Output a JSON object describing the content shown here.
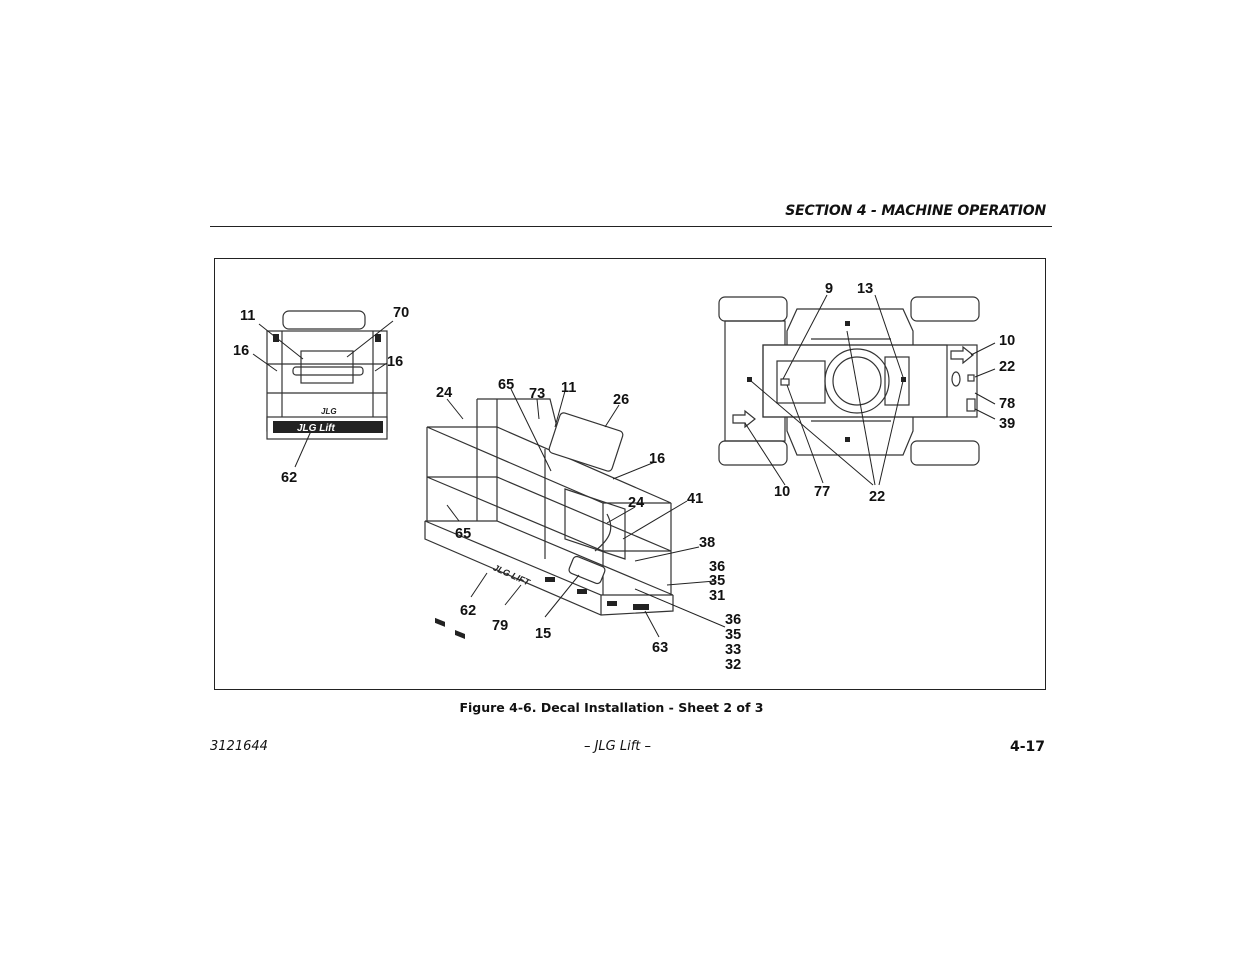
{
  "header": {
    "section_title": "SECTION 4 - MACHINE OPERATION"
  },
  "figure": {
    "caption": "Figure 4-6. Decal Installation - Sheet 2 of 3",
    "front_view_callouts": [
      "11",
      "70",
      "16",
      "16",
      "62"
    ],
    "front_view_brand": "JLG Lift",
    "platform_callouts": [
      "24",
      "65",
      "73",
      "11",
      "26",
      "16",
      "24",
      "41",
      "38",
      "36",
      "35",
      "31",
      "65",
      "62",
      "79",
      "15",
      "63",
      "36",
      "35",
      "33",
      "32"
    ],
    "platform_brand": "JLG LIFT",
    "top_view_callouts": [
      "9",
      "13",
      "10",
      "22",
      "78",
      "39",
      "10",
      "77",
      "22"
    ]
  },
  "footer": {
    "doc_number": "3121644",
    "brand": "– JLG Lift –",
    "page_number": "4-17"
  }
}
